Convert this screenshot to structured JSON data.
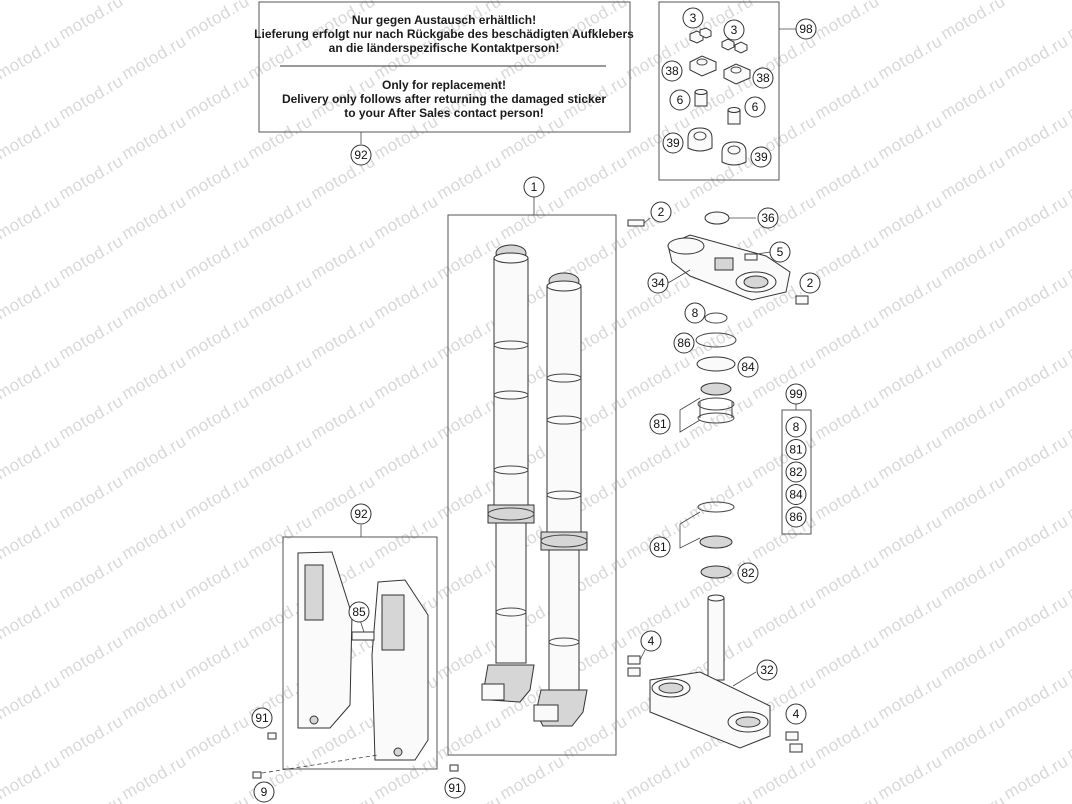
{
  "watermark": {
    "text": "motod.ru"
  },
  "notice": {
    "callout": "92",
    "lines_de": [
      "Nur gegen Austausch erhältlich!",
      "Lieferung erfolgt nur nach Rückgabe des beschädigten Aufklebers",
      "an die länderspezifische Kontaktperson!"
    ],
    "lines_en": [
      "Only for replacement!",
      "Delivery only follows after returning the damaged sticker",
      "to your After Sales contact person!"
    ]
  },
  "callouts": {
    "fork_assembly": "1",
    "bolt_top": "2",
    "bolt_right": "2",
    "nut_left": "3",
    "nut_right": "3",
    "bolt_lower_left": "4",
    "bolt_lower_right": "4",
    "bolt_upper_clamp": "5",
    "washer_left": "6",
    "washer_right": "6",
    "o_ring": "8",
    "screw_guard": "9",
    "upper_triple_clamp": "34",
    "clamp_cap": "36",
    "spacer_left": "38",
    "spacer_right": "38",
    "clamp_left": "39",
    "clamp_right": "39",
    "bearing_upper": "81",
    "bearing_lower": "81",
    "seal_ring": "82",
    "dust_cover": "84",
    "fork_guard_bolt": "85",
    "ring_upper": "86",
    "screw_91_a": "91",
    "screw_91_b": "91",
    "sticker_guard": "92",
    "hardware_kit": "98",
    "bearing_kit": "99",
    "lower_triple_clamp": "32"
  },
  "bearing_kit_items": [
    "8",
    "81",
    "82",
    "84",
    "86"
  ],
  "colors": {
    "line": "#333333",
    "watermark": "#d8d8d8",
    "part_fill": "#fafafa"
  }
}
